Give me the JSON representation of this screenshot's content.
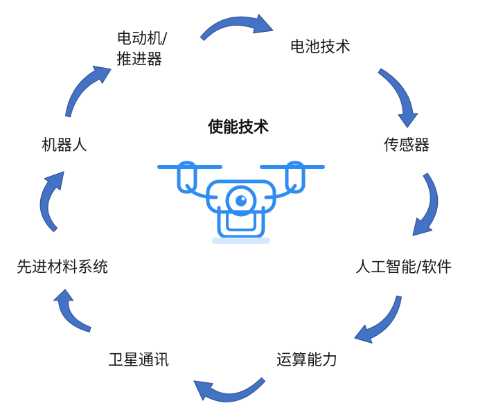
{
  "center": {
    "title": "使能技术",
    "icon": "drone-icon"
  },
  "nodes": [
    {
      "id": "motor",
      "line1": "电动机/",
      "line2": "推进器"
    },
    {
      "id": "battery",
      "label": "电池技术"
    },
    {
      "id": "sensor",
      "label": "传感器"
    },
    {
      "id": "ai",
      "label": "人工智能/软件"
    },
    {
      "id": "compute",
      "label": "运算能力"
    },
    {
      "id": "satellite",
      "label": "卫星通讯"
    },
    {
      "id": "materials",
      "label": "先进材料系统"
    },
    {
      "id": "robot",
      "label": "机器人"
    }
  ],
  "colors": {
    "arrow": "#4472C4",
    "arrow_edge": "#2F5597",
    "drone": "#2F8CF0",
    "drone_light": "#D6E9FF",
    "text": "#1a1a1a"
  }
}
